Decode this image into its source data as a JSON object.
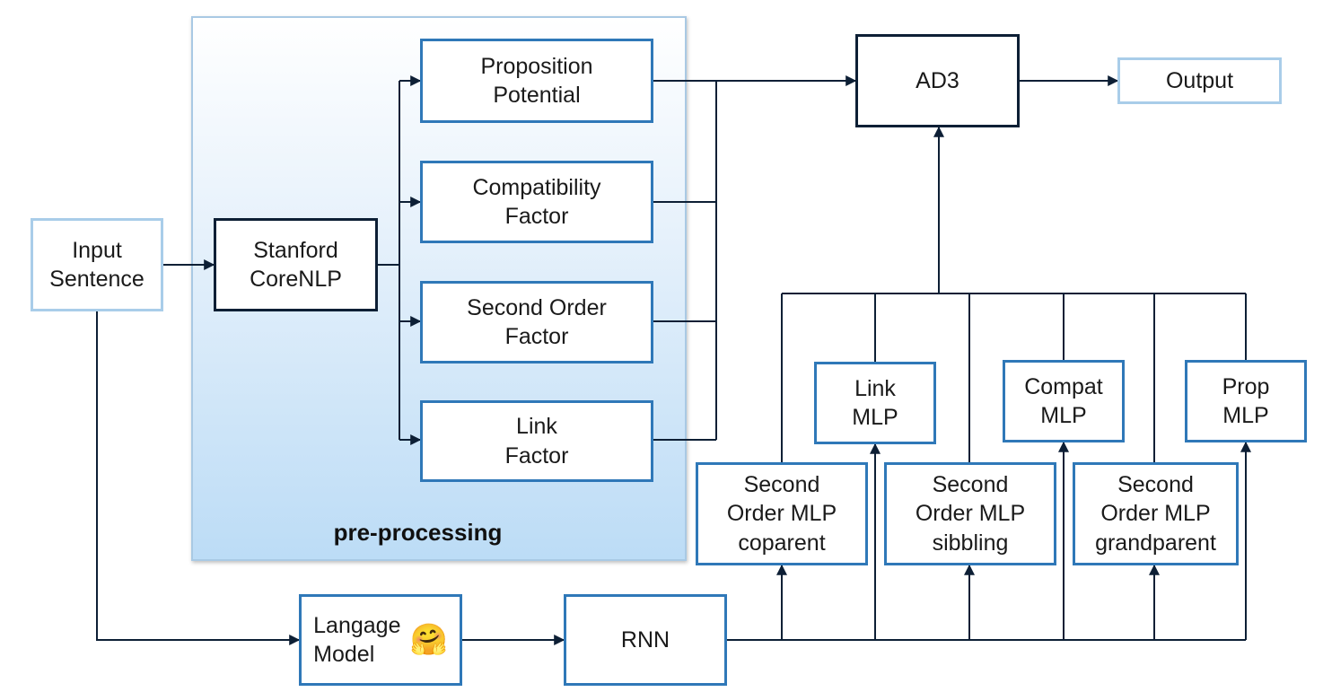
{
  "diagram": {
    "input": [
      "Input",
      "Sentence"
    ],
    "corenlp": [
      "Stanford",
      "CoreNLP"
    ],
    "preprocessing_label": "pre-processing",
    "factors": {
      "proposition": [
        "Proposition",
        "Potential"
      ],
      "compatibility": [
        "Compatibility",
        "Factor"
      ],
      "second_order": [
        "Second Order",
        "Factor"
      ],
      "link": [
        "Link",
        "Factor"
      ]
    },
    "ad3": "AD3",
    "output": "Output",
    "language_model": [
      "Langage",
      "Model"
    ],
    "language_model_emoji": "🤗",
    "rnn": "RNN",
    "mlps": {
      "link": [
        "Link",
        "MLP"
      ],
      "compat": [
        "Compat",
        "MLP"
      ],
      "prop": [
        "Prop",
        "MLP"
      ],
      "so_coparent": [
        "Second",
        "Order MLP",
        "coparent"
      ],
      "so_sibbling": [
        "Second",
        "Order MLP",
        "sibbling"
      ],
      "so_grandparent": [
        "Second",
        "Order MLP",
        "grandparent"
      ]
    },
    "colors": {
      "light_border": "#a9cde9",
      "blue_border": "#2f78b8",
      "dark_border": "#0d1f35",
      "wire": "#0d1f35"
    }
  }
}
